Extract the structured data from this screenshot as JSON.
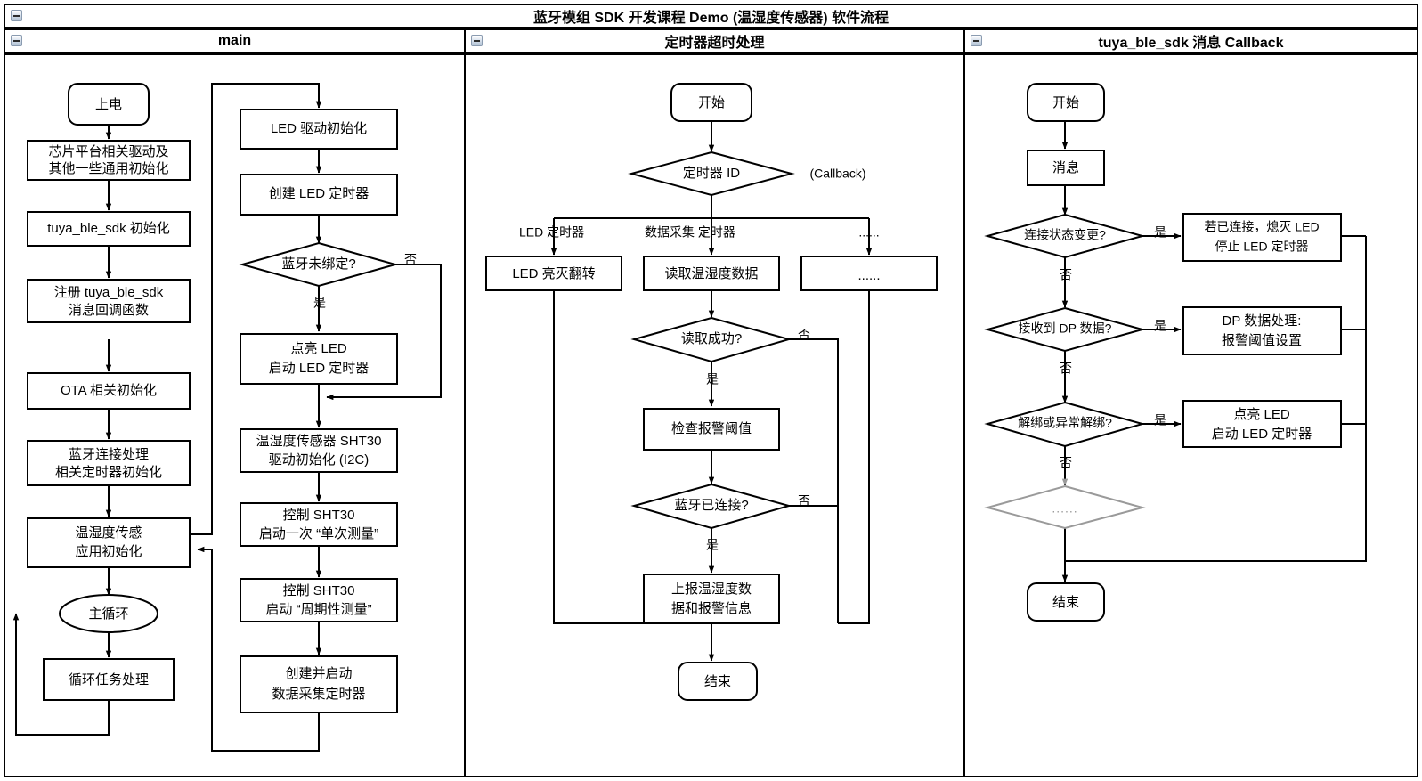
{
  "diagram": {
    "title": "蓝牙模组 SDK 开发课程 Demo (温湿度传感器) 软件流程",
    "collapse_icon": "minus-collapse-icon",
    "lanes": [
      {
        "id": "main",
        "title": "main"
      },
      {
        "id": "timer",
        "title": "定时器超时处理"
      },
      {
        "id": "callback",
        "title": "tuya_ble_sdk 消息 Callback"
      }
    ]
  },
  "lane_main": {
    "nodes": {
      "power_on": "上电",
      "chip_init_l1": "芯片平台相关驱动及",
      "chip_init_l2": "其他一些通用初始化",
      "sdk_init": "tuya_ble_sdk 初始化",
      "reg_cb_l1": "注册 tuya_ble_sdk",
      "reg_cb_l2": "消息回调函数",
      "ota_init": "OTA 相关初始化",
      "ble_timer_l1": "蓝牙连接处理",
      "ble_timer_l2": "相关定时器初始化",
      "sensor_app_l1": "温湿度传感",
      "sensor_app_l2": "应用初始化",
      "main_loop": "主循环",
      "loop_task": "循环任务处理",
      "led_drv_init": "LED 驱动初始化",
      "create_led_timer": "创建 LED 定时器",
      "ble_unbound_q": "蓝牙未绑定?",
      "light_led_l1": "点亮 LED",
      "light_led_l2": "启动 LED 定时器",
      "sht30_init_l1": "温湿度传感器 SHT30",
      "sht30_init_l2": "驱动初始化 (I2C)",
      "sht30_single_l1": "控制 SHT30",
      "sht30_single_l2": "启动一次 “单次测量”",
      "sht30_periodic_l1": "控制 SHT30",
      "sht30_periodic_l2": "启动 “周期性测量”",
      "create_acq_timer_l1": "创建并启动",
      "create_acq_timer_l2": "数据采集定时器"
    },
    "edge_labels": {
      "unbound_yes": "是",
      "unbound_no": "否"
    }
  },
  "lane_timer": {
    "nodes": {
      "start": "开始",
      "timer_id_q": "定时器 ID",
      "callback_note": "(Callback)",
      "led_toggle": "LED 亮灭翻转",
      "read_th": "读取温湿度数据",
      "other_box": "......",
      "read_ok_q": "读取成功?",
      "check_threshold": "检查报警阈值",
      "ble_connected_q": "蓝牙已连接?",
      "report_l1": "上报温湿度数",
      "report_l2": "据和报警信息",
      "end": "结束"
    },
    "edge_labels": {
      "branch_led": "LED 定时器",
      "branch_acq": "数据采集 定时器",
      "branch_other": "......",
      "read_ok_yes": "是",
      "read_ok_no": "否",
      "ble_yes": "是",
      "ble_no": "否"
    }
  },
  "lane_callback": {
    "nodes": {
      "start": "开始",
      "message": "消息",
      "conn_changed_q": "连接状态变更?",
      "conn_action_l1": "若已连接，熄灭 LED",
      "conn_action_l2": "停止 LED 定时器",
      "dp_recv_q": "接收到 DP 数据?",
      "dp_action_l1": "DP 数据处理:",
      "dp_action_l2": "报警阈值设置",
      "unbind_q": "解绑或异常解绑?",
      "unbind_action_l1": "点亮 LED",
      "unbind_action_l2": "启动 LED 定时器",
      "more_q": "......",
      "end": "结束"
    },
    "edge_labels": {
      "conn_yes": "是",
      "conn_no": "否",
      "dp_yes": "是",
      "dp_no": "否",
      "unbind_yes": "是",
      "unbind_no": "否"
    }
  },
  "colors": {
    "stroke": "#000000",
    "dim_stroke": "#9a9a9a",
    "background": "#ffffff"
  }
}
